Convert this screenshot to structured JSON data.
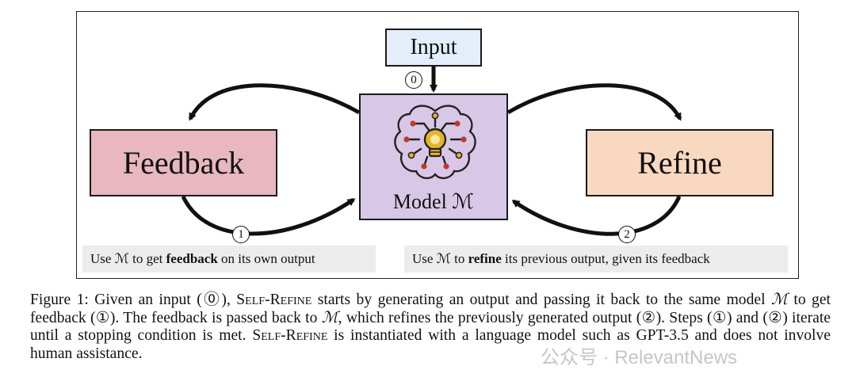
{
  "diagram": {
    "input_label": "Input",
    "feedback_label": "Feedback",
    "refine_label": "Refine",
    "model_label": "Model ℳ",
    "steps": {
      "zero": "0",
      "one": "1",
      "two": "2"
    },
    "note_left": {
      "prefix": "Use ℳ to get ",
      "bold": "feedback",
      "suffix": " on its own output"
    },
    "note_right": {
      "prefix": "Use ℳ to ",
      "bold": "refine",
      "suffix": " its previous output, given its feedback"
    },
    "colors": {
      "input_fill": "#e3eefa",
      "feedback_fill": "#e8b7c0",
      "refine_fill": "#f9d8c1",
      "model_fill": "#d8c7e7",
      "brain_gold": "#e6b42a",
      "brain_red": "#c0392b"
    },
    "icons": [
      "brain-circuit-lightbulb-icon"
    ]
  },
  "caption": {
    "lead": "Figure 1: Given an input (⓪), ",
    "name1": "Self-Refine",
    "part2": " starts by generating an output and passing it back to the same model ",
    "m1": "ℳ",
    "part3": " to get feedback (①). The feedback is passed back to ",
    "m2": "ℳ",
    "part4": ", which refines the previously generated output (②). Steps (①) and (②) iterate until a stopping condition is met. ",
    "name2": "Self-Refine",
    "part5": " is instantiated with a language model such as GPT-3.5 and does not involve human assistance."
  },
  "watermark": "公众号 · RelevantNews"
}
